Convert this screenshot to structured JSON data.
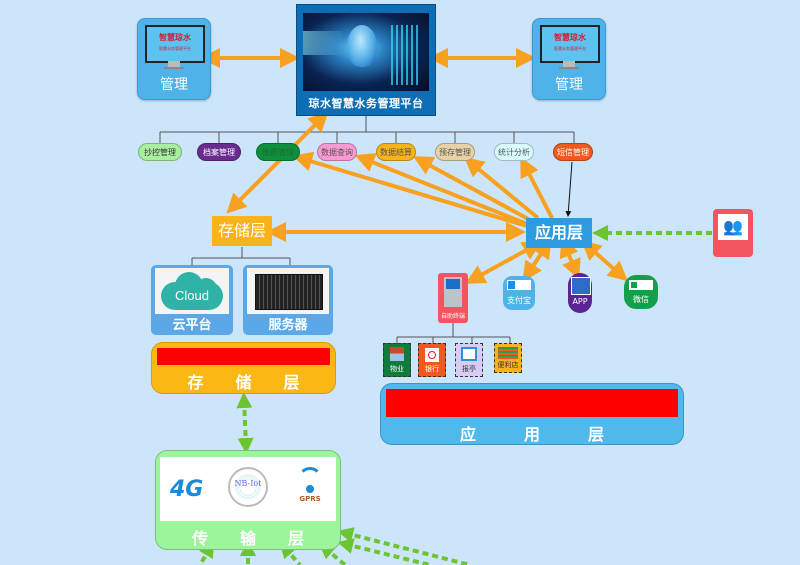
{
  "platform": {
    "title": "琼水智慧水务管理平台"
  },
  "management_terminals": [
    {
      "brand": "智慧琼水",
      "subtitle": "智慧水务管理平台",
      "label": "管理"
    },
    {
      "brand": "智慧琼水",
      "subtitle": "智慧水务管理平台",
      "label": "管理"
    }
  ],
  "modules": [
    {
      "label": "抄控管理",
      "color": "#a8f0a0",
      "text_color": "#333333"
    },
    {
      "label": "档案管理",
      "color": "#6a2c91",
      "text_color": "#ffffff"
    },
    {
      "label": "缴费管理",
      "color": "#0e8f3e",
      "text_color": "#1a6e2f"
    },
    {
      "label": "数据查询",
      "color": "#f79ad0",
      "text_color": "#555555"
    },
    {
      "label": "数据结算",
      "color": "#f8b31a",
      "text_color": "#555555"
    },
    {
      "label": "预存管理",
      "color": "#e6d2a4",
      "text_color": "#555555"
    },
    {
      "label": "统计分析",
      "color": "#d8fbfb",
      "text_color": "#555555"
    },
    {
      "label": "短信管理",
      "color": "#f05a1e",
      "text_color": "#ffffff"
    }
  ],
  "storage_layer": {
    "tag": "存储层",
    "cloud": {
      "icon_text": "Cloud",
      "label": "云平台"
    },
    "server": {
      "label": "服务器"
    },
    "box_label": "存　　储　　层"
  },
  "application_layer": {
    "tag": "应用层",
    "channels": [
      {
        "label": "自助终端",
        "icon": "atm-icon"
      },
      {
        "label": "支付宝",
        "icon": "alipay-icon"
      },
      {
        "label": "APP",
        "icon": "app-icon"
      },
      {
        "label": "微信",
        "icon": "wechat-icon"
      }
    ],
    "outlets": [
      {
        "label": "物业",
        "icon": "property-icon"
      },
      {
        "label": "银行",
        "icon": "bank-icon"
      },
      {
        "label": "报亭",
        "icon": "kiosk-icon"
      },
      {
        "label": "便利店",
        "icon": "store-icon"
      }
    ],
    "box_label": "应　　　用　　　层"
  },
  "users_node": {
    "icon": "users-group-icon"
  },
  "transport_layer": {
    "items": [
      {
        "label": "4G",
        "icon": "4g-icon"
      },
      {
        "label": "NB-Iot",
        "icon": "nbiot-tower-icon"
      },
      {
        "label": "GPRS",
        "icon": "gprs-icon"
      }
    ],
    "box_label": "传　　输　　层"
  }
}
